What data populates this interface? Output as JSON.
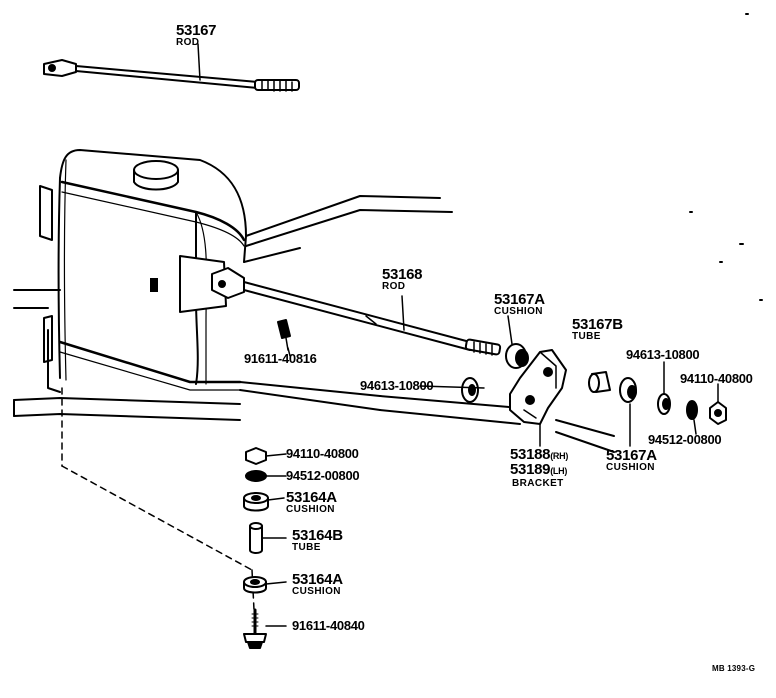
{
  "parts": {
    "rod_top": {
      "number": "53167",
      "name": "ROD"
    },
    "rod_main": {
      "number": "53168",
      "name": "ROD"
    },
    "bolt_small": {
      "number": "91611-40816"
    },
    "cushion_a_right_top": {
      "number": "53167A",
      "name": "CUSHION"
    },
    "washer_left": {
      "number": "94613-10800"
    },
    "tube_b": {
      "number": "53167B",
      "name": "TUBE"
    },
    "washer_right": {
      "number": "94613-10800"
    },
    "nut_right": {
      "number": "94110-40800"
    },
    "lockwasher_right": {
      "number": "94512-00800"
    },
    "bracket": {
      "number_rh": "53188",
      "side_rh": "(RH)",
      "number_lh": "53189",
      "side_lh": "(LH)",
      "name": "BRACKET"
    },
    "cushion_a_right_bottom": {
      "number": "53167A",
      "name": "CUSHION"
    },
    "nut_stack": {
      "number": "94110-40800"
    },
    "lockwasher_stack": {
      "number": "94512-00800"
    },
    "cushion_164a_top": {
      "number": "53164A",
      "name": "CUSHION"
    },
    "tube_164b": {
      "number": "53164B",
      "name": "TUBE"
    },
    "cushion_164a_bottom": {
      "number": "53164A",
      "name": "CUSHION"
    },
    "bolt_long": {
      "number": "91611-40840"
    }
  },
  "footer": {
    "ref": "MB 1393-G"
  }
}
